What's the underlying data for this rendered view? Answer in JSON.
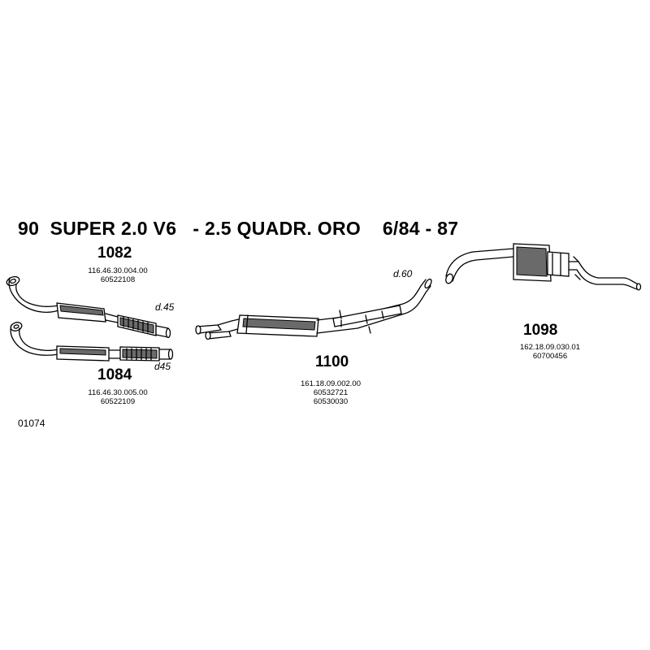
{
  "title": "90  SUPER 2.0 V6   - 2.5 QUADR. ORO    6/84 - 87",
  "reference": "01074",
  "parts": {
    "p1082": {
      "number": "1082",
      "codes": [
        "116.46.30.004.00",
        "60522108"
      ],
      "diameter": "d.45"
    },
    "p1084": {
      "number": "1084",
      "codes": [
        "116.46.30.005.00",
        "60522109"
      ],
      "diameter": "d45"
    },
    "p1100": {
      "number": "1100",
      "codes": [
        "161.18.09.002.00",
        "60532721",
        "60530030"
      ],
      "diameter": "d.60"
    },
    "p1098": {
      "number": "1098",
      "codes": [
        "162.18.09.030.01",
        "60700456"
      ]
    }
  }
}
